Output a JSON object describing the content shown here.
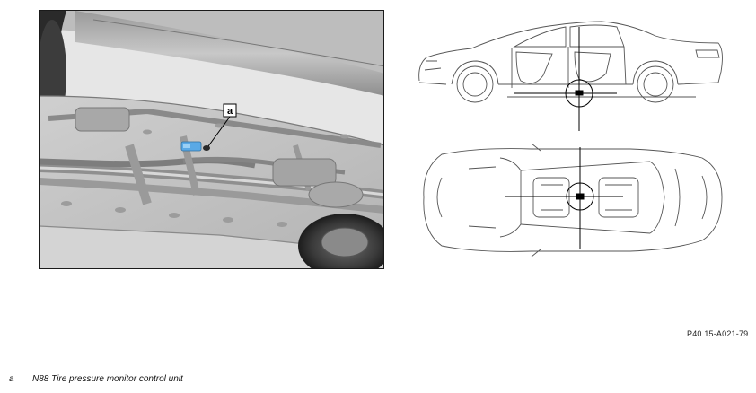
{
  "callout": {
    "letter": "a"
  },
  "reference_code": "P40.15-A021-79",
  "legend": [
    {
      "key": "a",
      "text": "N88 Tire pressure monitor control unit"
    }
  ],
  "colors": {
    "highlight": "#5aa9e6",
    "outline": "#1a1a1a"
  }
}
